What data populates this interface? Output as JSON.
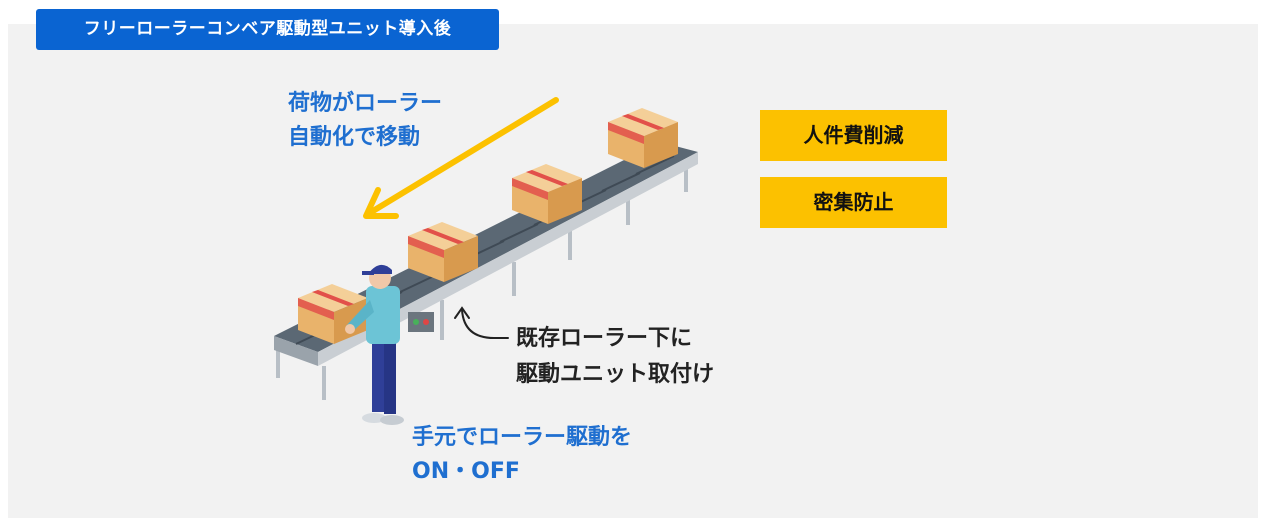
{
  "header": {
    "title": "フリーローラーコンベア駆動型ユニット導入後"
  },
  "labels": {
    "auto_move_line1": "荷物がローラー",
    "auto_move_line2": "自動化で移動",
    "drive_unit_line1": "既存ローラー下に",
    "drive_unit_line2": "駆動ユニット取付け",
    "hand_control_line1": "手元でローラー駆動を",
    "hand_control_line2": "ON・OFF"
  },
  "benefits": [
    {
      "label": "人件費削減"
    },
    {
      "label": "密集防止"
    }
  ],
  "colors": {
    "tab_blue": "#0a64d2",
    "callout_blue": "#1f6fd0",
    "badge_yellow": "#fcc100",
    "arrow_yellow": "#fcc100",
    "panel_bg": "#f2f2f2"
  }
}
